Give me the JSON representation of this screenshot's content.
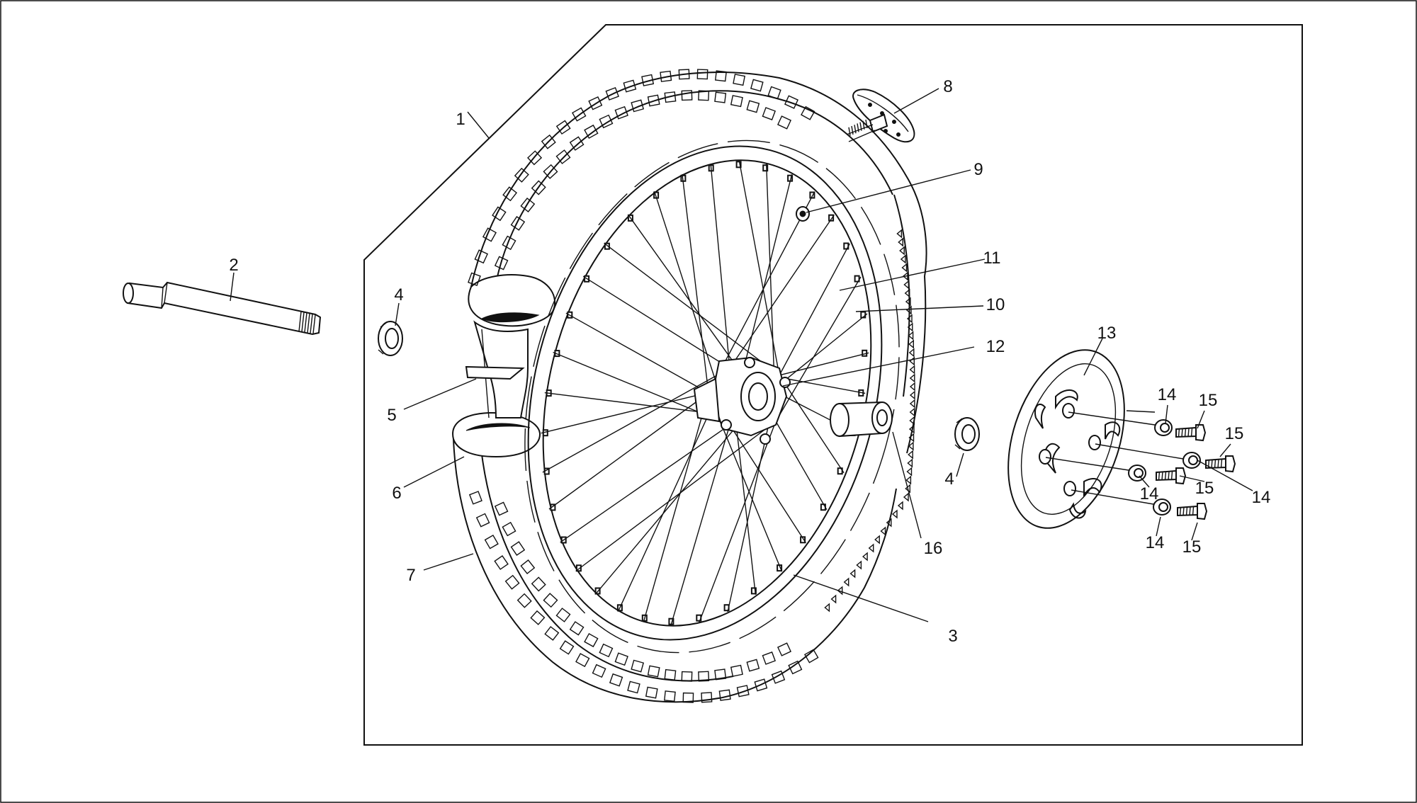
{
  "diagram": {
    "callouts": [
      {
        "id": "c1",
        "label": "1"
      },
      {
        "id": "c2",
        "label": "2"
      },
      {
        "id": "c3",
        "label": "3"
      },
      {
        "id": "c4a",
        "label": "4"
      },
      {
        "id": "c4b",
        "label": "4"
      },
      {
        "id": "c5",
        "label": "5"
      },
      {
        "id": "c6",
        "label": "6"
      },
      {
        "id": "c7",
        "label": "7"
      },
      {
        "id": "c8",
        "label": "8"
      },
      {
        "id": "c9",
        "label": "9"
      },
      {
        "id": "c10",
        "label": "10"
      },
      {
        "id": "c11",
        "label": "11"
      },
      {
        "id": "c12",
        "label": "12"
      },
      {
        "id": "c13",
        "label": "13"
      },
      {
        "id": "c14a",
        "label": "14"
      },
      {
        "id": "c14b",
        "label": "14"
      },
      {
        "id": "c14c",
        "label": "14"
      },
      {
        "id": "c14d",
        "label": "14"
      },
      {
        "id": "c15a",
        "label": "15"
      },
      {
        "id": "c15b",
        "label": "15"
      },
      {
        "id": "c15c",
        "label": "15"
      },
      {
        "id": "c15d",
        "label": "15"
      },
      {
        "id": "c16",
        "label": "16"
      }
    ]
  },
  "colors": {
    "line": "#111111",
    "background": "#ffffff"
  }
}
